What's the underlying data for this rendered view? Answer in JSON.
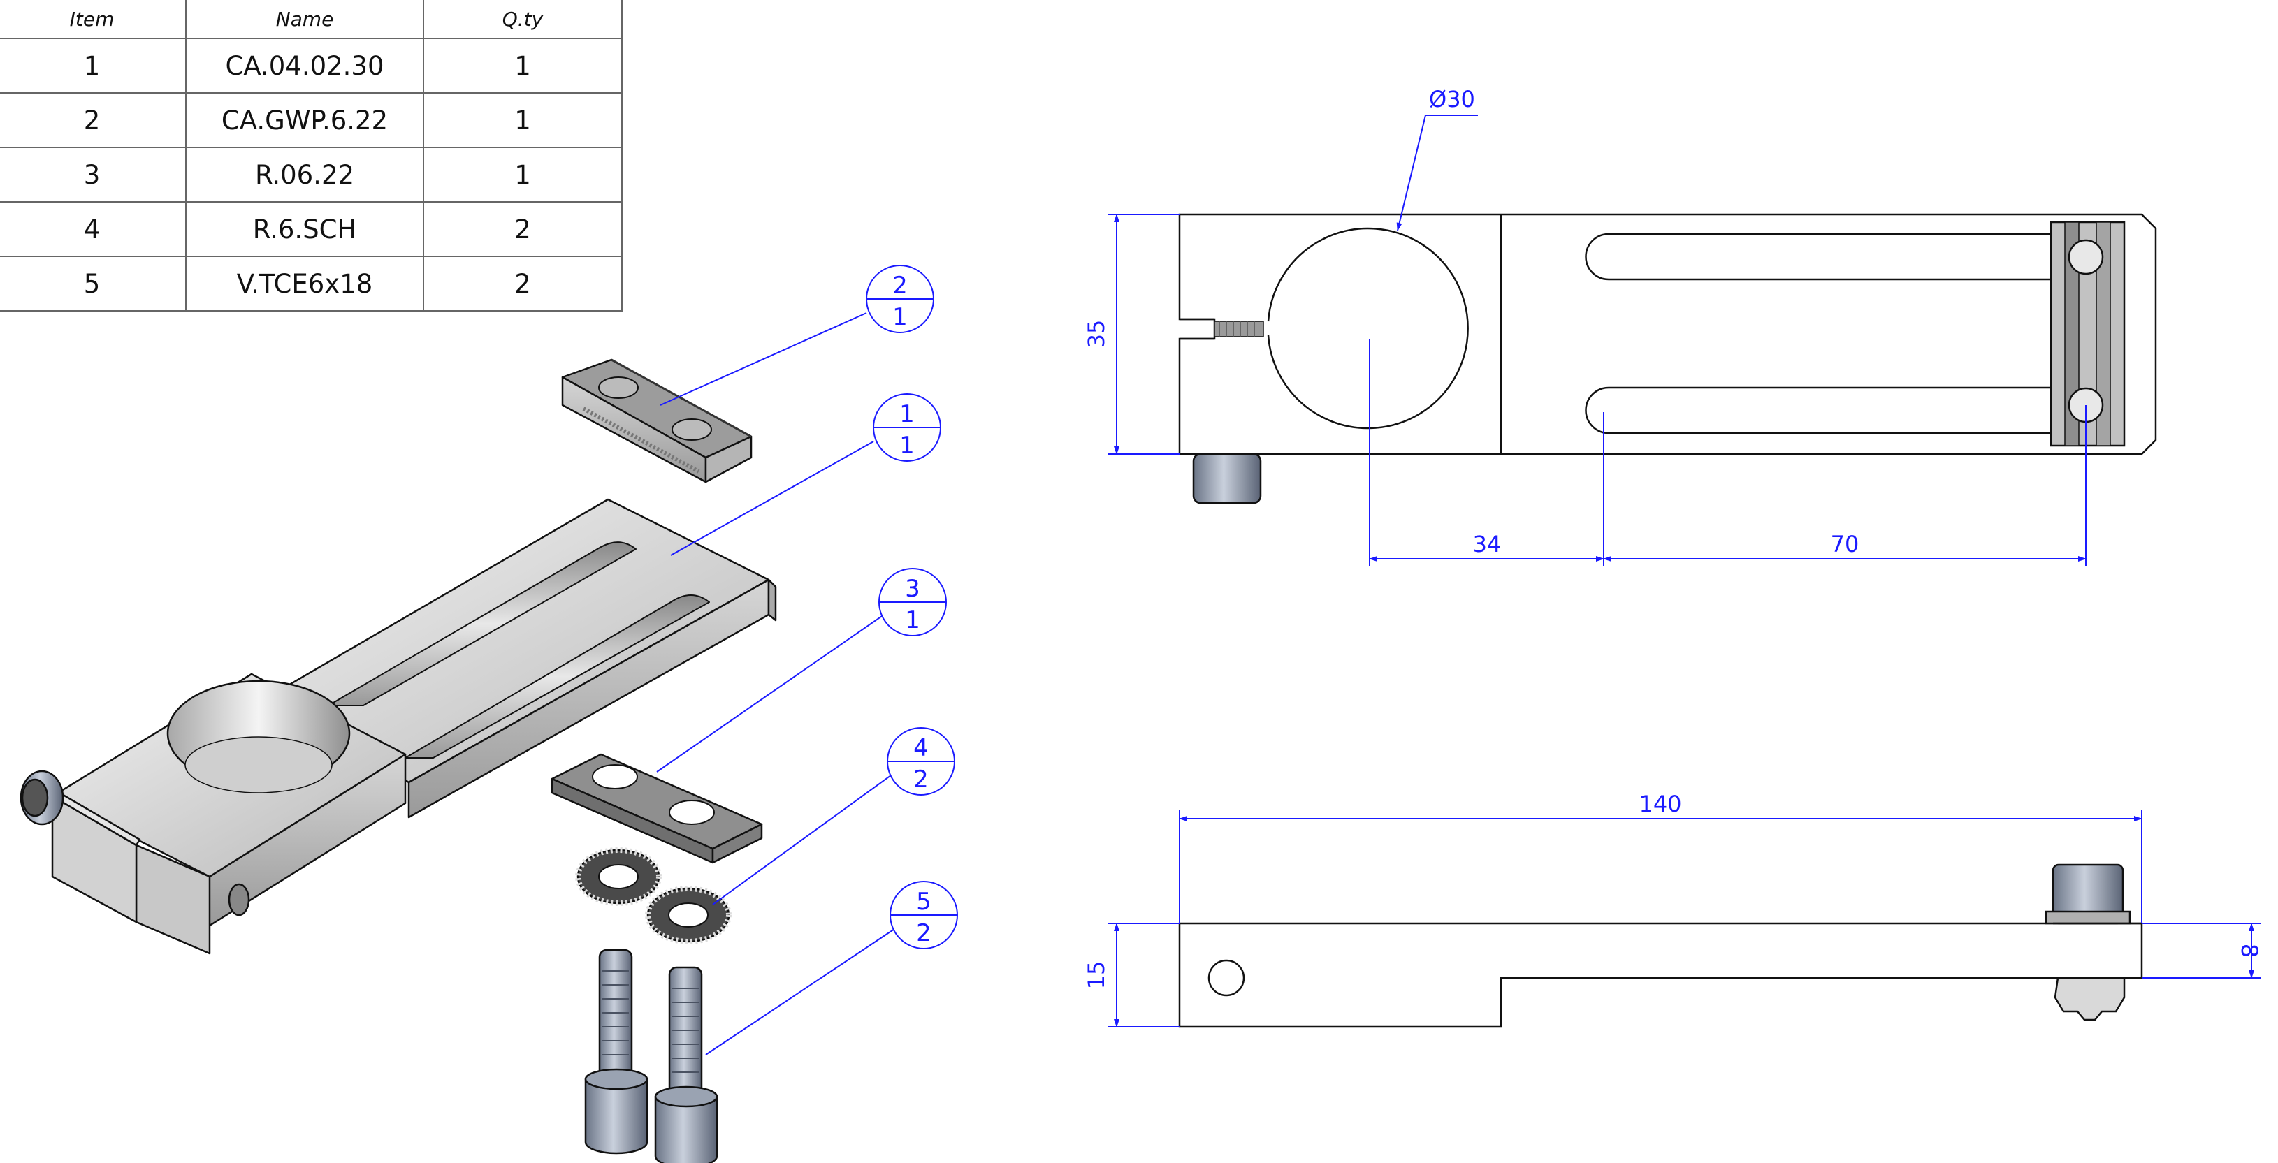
{
  "bom": {
    "headers": [
      "Item",
      "Name",
      "Q.ty"
    ],
    "rows": [
      [
        "1",
        "CA.04.02.30",
        "1"
      ],
      [
        "2",
        "CA.GWP.6.22",
        "1"
      ],
      [
        "3",
        "R.06.22",
        "1"
      ],
      [
        "4",
        "R.6.SCH",
        "2"
      ],
      [
        "5",
        "V.TCE6x18",
        "2"
      ]
    ]
  },
  "balloons": [
    {
      "item": "2",
      "qty": "1"
    },
    {
      "item": "1",
      "qty": "1"
    },
    {
      "item": "3",
      "qty": "1"
    },
    {
      "item": "4",
      "qty": "2"
    },
    {
      "item": "5",
      "qty": "2"
    }
  ],
  "dimensions": {
    "diameter": "Ø30",
    "height": "35",
    "hole_offset": "34",
    "slot_length": "70",
    "overall_length": "140",
    "thickness": "15",
    "nut_thickness": "8"
  },
  "colors": {
    "dimension_blue": "#1a1aff",
    "outline": "#111111"
  }
}
